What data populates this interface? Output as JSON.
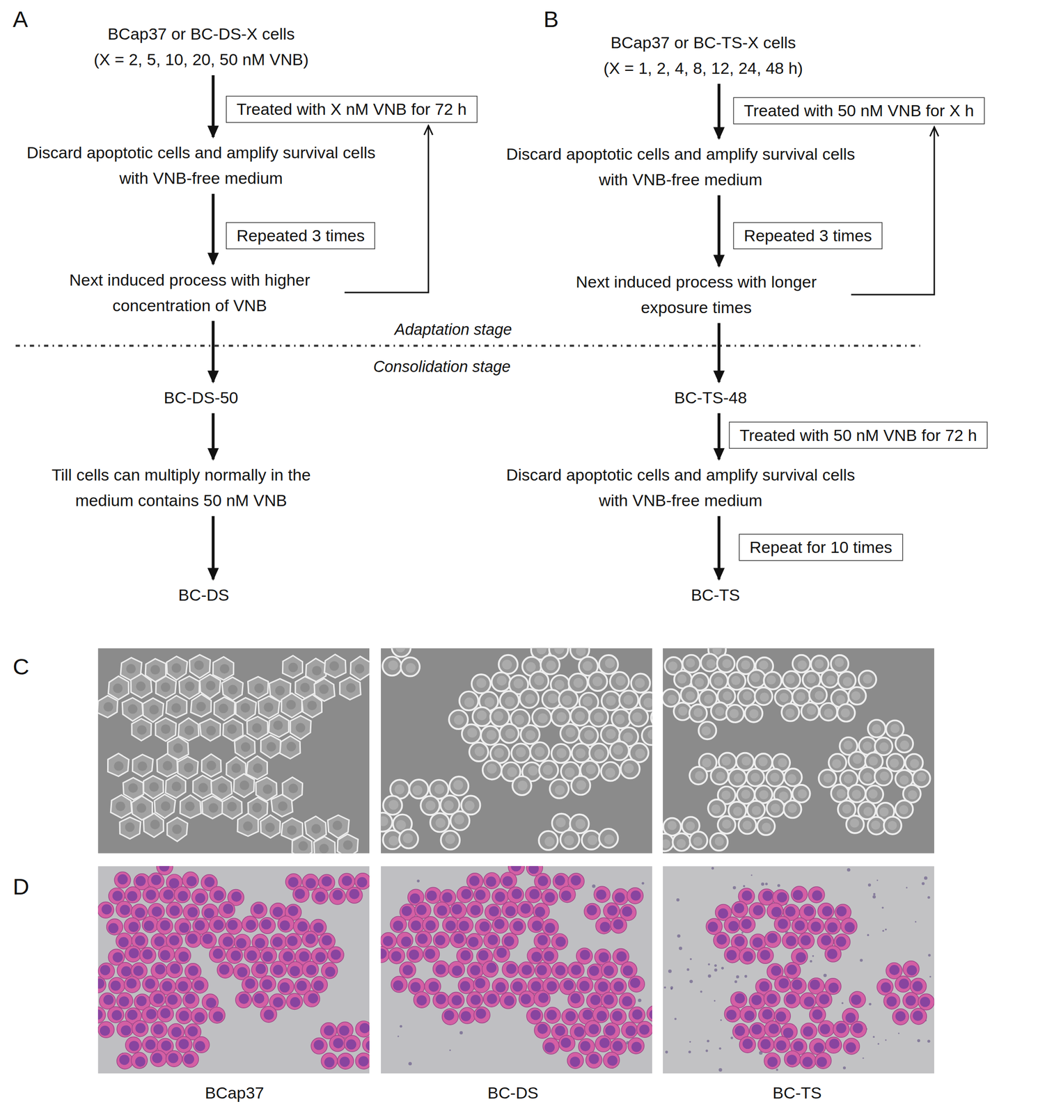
{
  "diagram": {
    "nodes": [
      {
        "text": [
          "BCap37 or BC-DS-X cells",
          "(X = 2, 5, 10, 20, 50 nM VNB)"
        ]
      },
      {
        "text": [
          "Treated with X nM VNB for 72 h"
        ]
      },
      {
        "text": [
          "Discard apoptotic cells and amplify survival cells with VNB-free medium"
        ]
      },
      {
        "text": [
          "Repeated 3 times"
        ]
      },
      {
        "text": [
          "Next induced process with higher concentration of VNB"
        ]
      },
      {
        "text": [
          "BC-DS-50"
        ]
      },
      {
        "text": [
          "Till cells can multiply normally in the medium contains 50 nM VNB"
        ]
      },
      {
        "text": [
          "BC-DS"
        ]
      },
      {
        "text": [
          "BCap37 or BC-TS-X cells",
          "(X = 1, 2, 4, 8, 12, 24, 48 h)"
        ]
      },
      {
        "text": [
          "Treated with 50 nM VNB for X h"
        ]
      },
      {
        "text": [
          "Discard apoptotic cells and amplify survival cells with VNB-free medium"
        ]
      },
      {
        "text": [
          "Repeated 3 times"
        ]
      },
      {
        "text": [
          "Next induced process with longer exposure times"
        ]
      },
      {
        "text": [
          "BC-TS-48"
        ]
      },
      {
        "text": [
          "Treated with 50 nM VNB for 72 h"
        ]
      },
      {
        "text": [
          "Discard apoptotic cells and amplify survival cells with VNB-free medium"
        ]
      },
      {
        "text": [
          "Repeat for 10 times"
        ]
      },
      {
        "text": [
          "BC-TS"
        ]
      }
    ],
    "edges": [
      {
        "from": 0,
        "to": 2,
        "arrow": "to"
      },
      {
        "from": 2,
        "to": 4,
        "arrow": "to"
      },
      {
        "from": 4,
        "to": 1,
        "arrow": "to"
      },
      {
        "from": 4,
        "to": 5,
        "arrow": "to"
      },
      {
        "from": 5,
        "to": 6,
        "arrow": "to"
      },
      {
        "from": 6,
        "to": 7,
        "arrow": "to"
      },
      {
        "from": 8,
        "to": 10,
        "arrow": "to"
      },
      {
        "from": 10,
        "to": 12,
        "arrow": "to"
      },
      {
        "from": 12,
        "to": 9,
        "arrow": "to"
      },
      {
        "from": 12,
        "to": 13,
        "arrow": "to"
      },
      {
        "from": 13,
        "to": 15,
        "arrow": "to"
      },
      {
        "from": 15,
        "to": 17,
        "arrow": "to"
      }
    ],
    "labels": [
      "A",
      "B",
      "Adaptation stage",
      "Consolidation stage",
      "C",
      "D",
      "BCap37",
      "BC-DS",
      "BC-TS"
    ]
  }
}
